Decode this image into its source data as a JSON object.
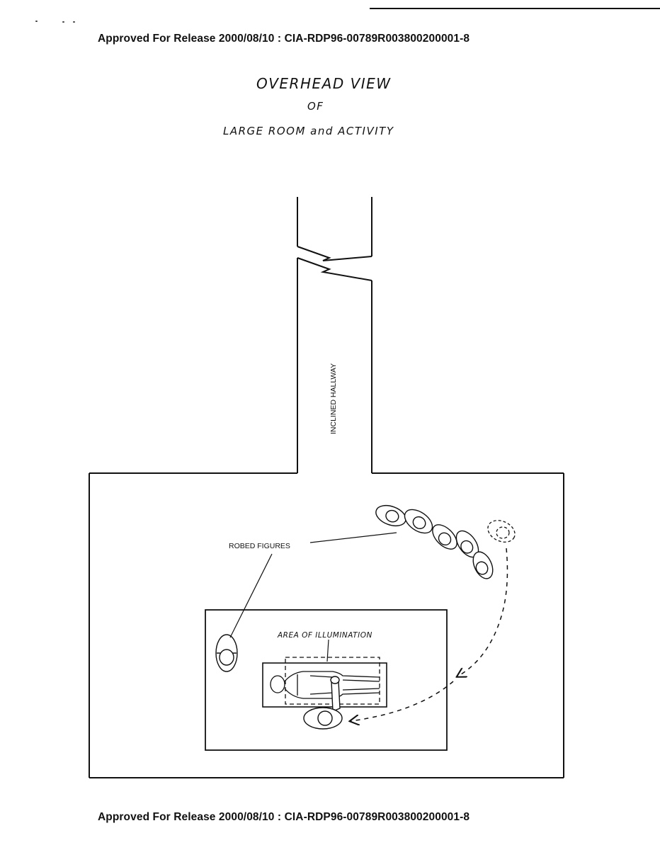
{
  "header": {
    "release_line": "Approved For Release 2000/08/10 : CIA-RDP96-00789R003800200001-8"
  },
  "title": {
    "line1": "OVERHEAD VIEW",
    "line2": "OF",
    "line3": "LARGE ROOM and ACTIVITY"
  },
  "diagram": {
    "hallway_label": "INCLINED HALLWAY",
    "robed_figures_label": "ROBED FIGURES",
    "illumination_label": "AREA OF ILLUMINATION"
  },
  "footer": {
    "release_line": "Approved For Release 2000/08/10 : CIA-RDP96-00789R003800200001-8"
  }
}
